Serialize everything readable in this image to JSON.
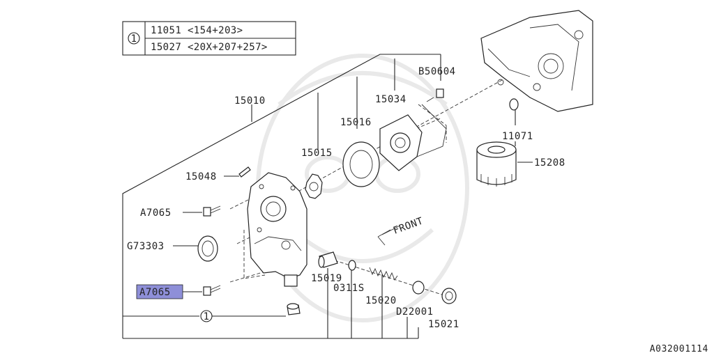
{
  "table": {
    "marker": "1",
    "row1": "11051 <154+203>",
    "row2": "15027 <20X+207+257>"
  },
  "labels": {
    "p15010": "15010",
    "p15034": "15034",
    "pB50604": "B50604",
    "p15016": "15016",
    "p15015": "15015",
    "p15048": "15048",
    "pA7065_top": "A7065",
    "pG73303": "G73303",
    "pA7065_sel": "A7065",
    "p15019": "15019",
    "p0311S": "0311S",
    "p15020": "15020",
    "pD22001": "D22001",
    "p15021": "15021",
    "p11071": "11071",
    "p15208": "15208",
    "front": "FRONT",
    "plug_marker": "1"
  },
  "selected_color": "#8e8fd8",
  "reference": "A032001114"
}
